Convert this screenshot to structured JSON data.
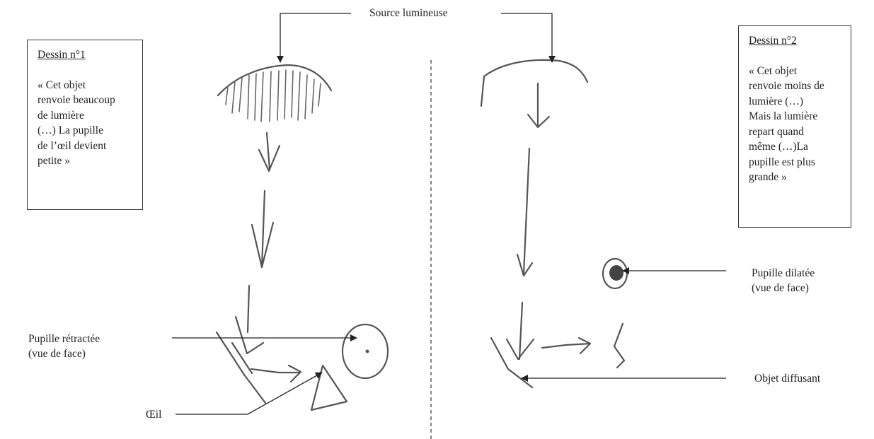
{
  "source_label": "Source lumineuse",
  "drawing1": {
    "title": "Dessin n°1",
    "quote_lines": [
      "« Cet objet",
      "renvoie beaucoup",
      "de lumière",
      "(…) La pupille",
      "de l’œil devient",
      "petite »"
    ],
    "pupil_label_lines": [
      "Pupille rétractée",
      "(vue de face)"
    ],
    "eye_label": "Œil"
  },
  "drawing2": {
    "title": "Dessin n°2",
    "quote_lines": [
      "« Cet objet",
      "renvoie moins de",
      "lumière (…)",
      "Mais la lumière",
      "repart quand",
      "même (…)La",
      "pupille est plus",
      "grande »"
    ],
    "pupil_label_lines": [
      "Pupille dilatée",
      "(vue de face)"
    ],
    "object_label": "Objet diffusant"
  }
}
